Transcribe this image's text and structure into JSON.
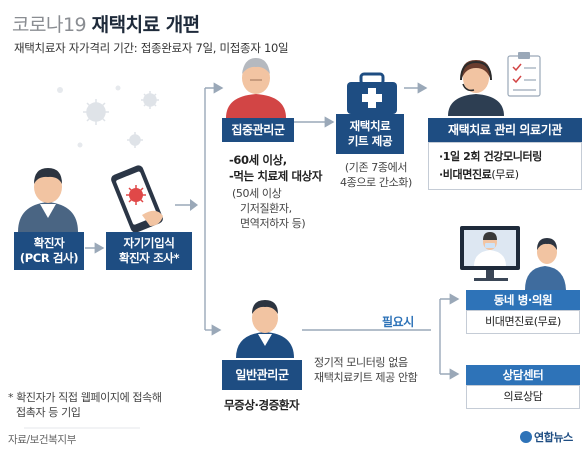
{
  "title": {
    "prefix": "코로나19",
    "main": "재택치료 개편"
  },
  "subtitle": "재택치료자 자가격리 기간: 접종완료자 7일, 미접종자 10일",
  "nodes": {
    "patient": {
      "line1": "확진자",
      "line2": "(PCR 검사)"
    },
    "self_survey": {
      "line1": "자기기입식",
      "line2": "확진자 조사*"
    },
    "intensive_group": "집중관리군",
    "intensive_criteria": {
      "line1": "-60세 이상,",
      "line2": "-먹는 치료제 대상자",
      "line3": "(50세 이상",
      "line4": "기저질환자,",
      "line5": "면역저하자 등)"
    },
    "kit": {
      "line1": "재택치료",
      "line2": "키트 제공"
    },
    "kit_note": {
      "line1": "(기존 7종에서",
      "line2": "4종으로 간소화)"
    },
    "hospital": {
      "title": "재택치료 관리 의료기관",
      "line1": "·1일 2회 건강모니터링",
      "line2a": "·비대면진료",
      "line2b": "(무료)"
    },
    "general_group": "일반관리군",
    "general_sub": "무증상·경증환자",
    "general_note": {
      "line1": "정기적 모니터링 없음",
      "line2": "재택치료키트 제공 안함"
    },
    "if_needed": "필요시",
    "clinic": {
      "title": "동네 병·의원",
      "body_a": "비대면진료",
      "body_b": "(무료)"
    },
    "consult": {
      "title": "상담센터",
      "body": "의료상담"
    }
  },
  "footnote": {
    "line1": "* 확진자가 직접 웹페이지에 접속해",
    "line2": "접촉자 등 기입"
  },
  "source": "자료/보건복지부",
  "logo": "연합뉴스",
  "colors": {
    "navy": "#1e4d82",
    "blue": "#2e73b8",
    "arrow": "#9aa8b8",
    "virus": "#d9dde3"
  }
}
